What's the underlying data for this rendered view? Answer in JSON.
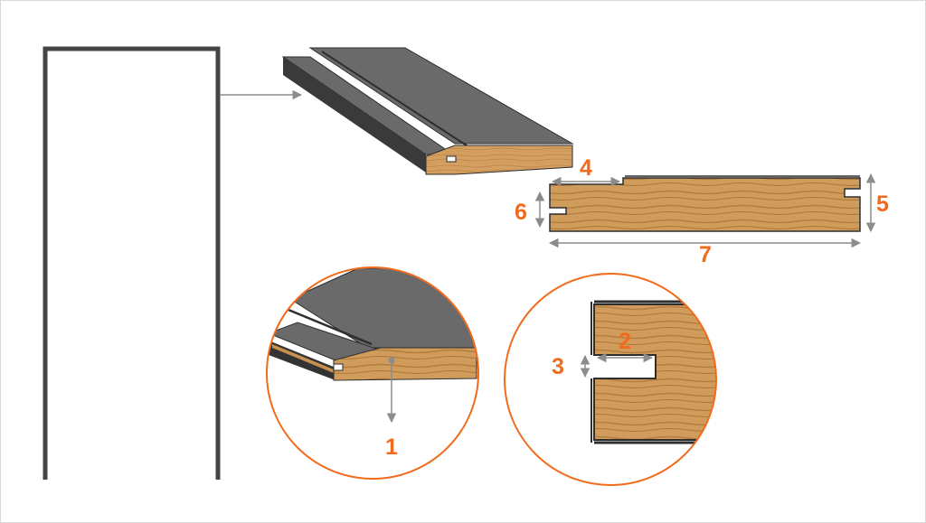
{
  "colors": {
    "frame": "#444444",
    "face": "#6a6a6a",
    "face_edge": "#2e2e2e",
    "wood": "#d4a062",
    "wood_dark": "#b27a3f",
    "accent": "#f26b1d",
    "dimension": "#8c8c8c"
  },
  "labels": {
    "l1": "1",
    "l2": "2",
    "l3": "3",
    "l4": "4",
    "l5": "5",
    "l6": "6",
    "l7": "7"
  }
}
